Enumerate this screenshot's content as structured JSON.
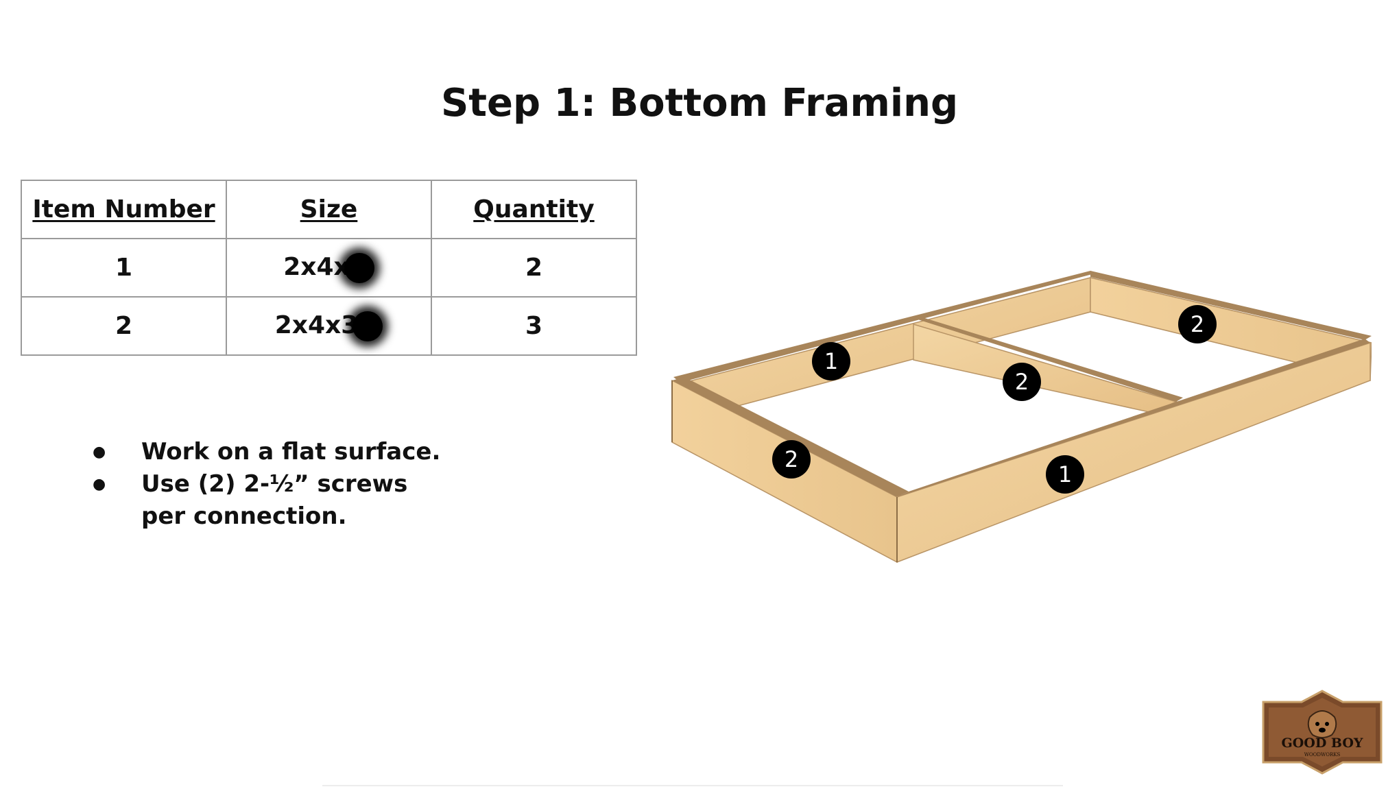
{
  "title": "Step 1: Bottom Framing",
  "table": {
    "headers": [
      "Item Number",
      "Size",
      "Quantity"
    ],
    "rows": [
      {
        "item": "1",
        "size": "2x4x",
        "quantity": "2"
      },
      {
        "item": "2",
        "size": "2x4x3",
        "quantity": "3"
      }
    ]
  },
  "notes": [
    "Work on a flat surface.",
    "Use (2) 2-½” screws per connection."
  ],
  "diagram": {
    "callouts": [
      "1",
      "2",
      "2",
      "2",
      "1"
    ]
  },
  "logo": {
    "text": "GOOD BOY",
    "subtext": "WOODWORKS"
  },
  "colors": {
    "wood_light": "#f0cf98",
    "wood_mid": "#e4bc82",
    "wood_dark": "#a8855a",
    "callout": "#000000"
  }
}
